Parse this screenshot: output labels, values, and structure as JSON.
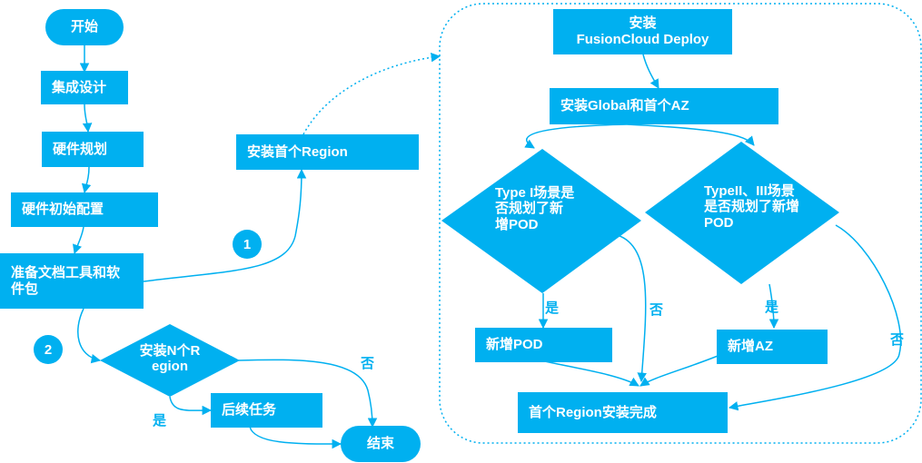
{
  "nodes": {
    "start": "开始",
    "integration_design": "集成设计",
    "hardware_planning": "硬件规划",
    "hardware_init": "硬件初始配置",
    "prepare_docs": "准备文档工具和软件包",
    "install_first_region": "安装首个Region",
    "install_n_region": "安装N个Region",
    "follow_up": "后续任务",
    "end": "结束",
    "install_fcd_1": "安装",
    "install_fcd_2": "FusionCloud Deploy",
    "install_global": "安装Global和首个AZ",
    "type1_q": "Type I场景是否规划了新增POD",
    "type23_q": "TypeII、III场景是否规划了新增POD",
    "add_pod": "新增POD",
    "add_az": "新增AZ",
    "first_region_done": "首个Region安装完成"
  },
  "labels": {
    "yes": "是",
    "no": "否",
    "step1": "1",
    "step2": "2"
  },
  "colors": {
    "accent": "#00b0f0"
  }
}
